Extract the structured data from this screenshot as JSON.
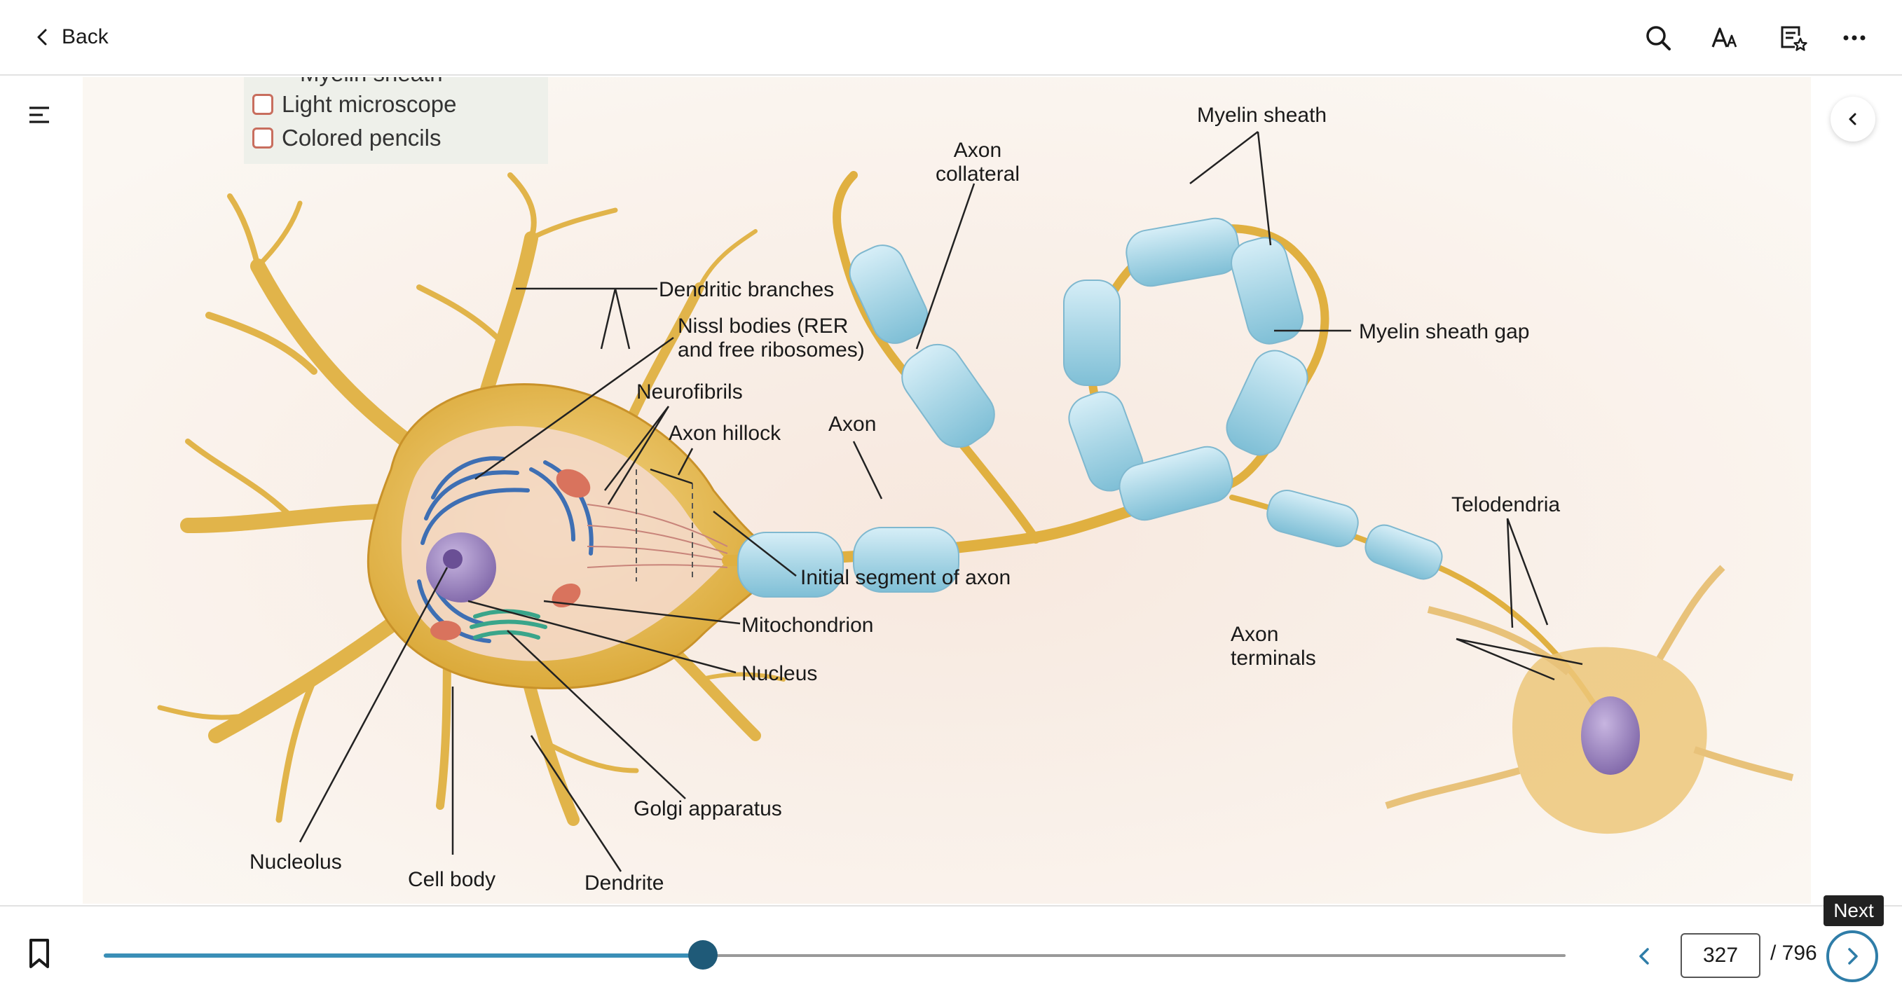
{
  "topbar": {
    "back_label": "Back",
    "icons": [
      "search-icon",
      "text-size-icon",
      "notes-icon",
      "more-icon"
    ]
  },
  "checklist": {
    "clipped_item": "Myelin sheath",
    "items": [
      "Light microscope",
      "Colored pencils"
    ]
  },
  "figure": {
    "labels": {
      "dendritic_branches": "Dendritic branches",
      "nissl_1": "Nissl bodies (RER",
      "nissl_2": "and free ribosomes)",
      "neurofibrils": "Neurofibrils",
      "axon_hillock": "Axon hillock",
      "axon": "Axon",
      "axon_collateral_1": "Axon",
      "axon_collateral_2": "collateral",
      "myelin_sheath": "Myelin sheath",
      "myelin_sheath_gap": "Myelin sheath gap",
      "telodendria": "Telodendria",
      "initial_segment": "Initial segment of axon",
      "mitochondrion": "Mitochondrion",
      "nucleus": "Nucleus",
      "axon_terminals_1": "Axon",
      "axon_terminals_2": "terminals",
      "golgi": "Golgi apparatus",
      "nucleolus": "Nucleolus",
      "cell_body": "Cell body",
      "dendrite": "Dendrite"
    }
  },
  "footer": {
    "current_page": "327",
    "total_pages": "/ 796",
    "progress_fraction": 0.41,
    "next_tooltip": "Next"
  },
  "colors": {
    "accent": "#3a8fb7",
    "thumb": "#1f5a78",
    "cell": "#e6b94a",
    "myelin": "#a9d6e6"
  }
}
